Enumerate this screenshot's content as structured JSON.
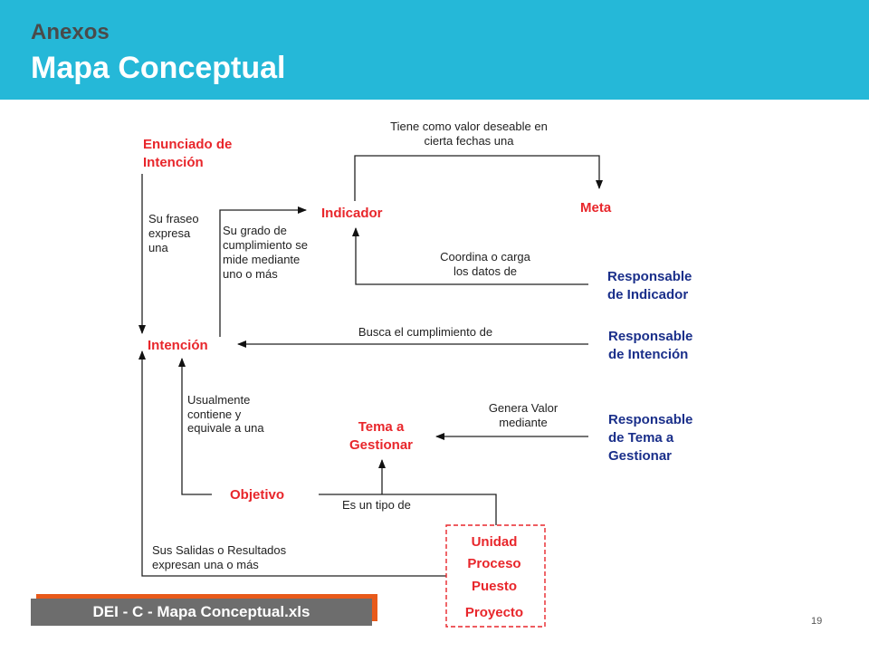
{
  "header": {
    "subtitle": "Anexos",
    "title": "Mapa Conceptual",
    "color": "#25b8d8"
  },
  "nodes": {
    "enunciado_line1": "Enunciado de",
    "enunciado_line2": "Intención",
    "indicador": "Indicador",
    "meta": "Meta",
    "intencion": "Intención",
    "tema_line1": "Tema a",
    "tema_line2": "Gestionar",
    "objetivo": "Objetivo",
    "resp_indicador_line1": "Responsable",
    "resp_indicador_line2": "de Indicador",
    "resp_intencion_line1": "Responsable",
    "resp_intencion_line2": "de Intención",
    "resp_tema_line1": "Responsable",
    "resp_tema_line2": "de Tema a",
    "resp_tema_line3": "Gestionar",
    "unidad": "Unidad",
    "proceso": "Proceso",
    "puesto": "Puesto",
    "proyecto": "Proyecto"
  },
  "edges": {
    "valor_deseable_line1": "Tiene como valor deseable en",
    "valor_deseable_line2": "cierta fechas una",
    "frase_line1": "Su fraseo",
    "frase_line2": "expresa",
    "frase_line3": "una",
    "grado_line1": "Su grado de",
    "grado_line2": "cumplimiento se",
    "grado_line3": "mide mediante",
    "grado_line4": "uno o más",
    "coordina_line1": "Coordina o carga",
    "coordina_line2": "los datos de",
    "busca": "Busca el cumplimiento de",
    "usualmente_line1": "Usualmente",
    "usualmente_line2": "contiene y",
    "usualmente_line3": "equivale a una",
    "genera_line1": "Genera Valor",
    "genera_line2": "mediante",
    "tipo": "Es un tipo de",
    "salidas_line1": "Sus Salidas o Resultados",
    "salidas_line2": "expresan una o más"
  },
  "footer": {
    "label": "DEI - C - Mapa Conceptual.xls",
    "page_number": "19"
  },
  "colors": {
    "red_node": "#e8262b",
    "blue_node": "#1a2f8a",
    "footer_bar": "#6d6d6d",
    "footer_accent": "#e85a1a"
  }
}
